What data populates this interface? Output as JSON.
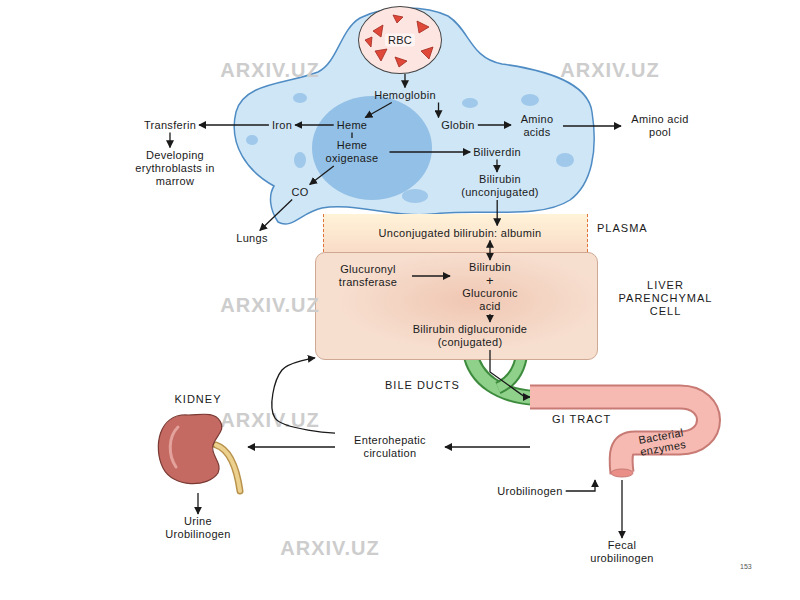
{
  "diagram": {
    "nodes": [
      {
        "text": [
          "RBC"
        ]
      },
      {
        "text": [
          "Hemoglobin"
        ]
      },
      {
        "text": [
          "Heme"
        ]
      },
      {
        "text": [
          "Heme oxigenase"
        ]
      },
      {
        "text": [
          "Globin"
        ]
      },
      {
        "text": [
          "Iron"
        ]
      },
      {
        "text": [
          "Transferin"
        ]
      },
      {
        "text": [
          "Developing erythroblasts in marrow"
        ]
      },
      {
        "text": [
          "Amino acids"
        ]
      },
      {
        "text": [
          "Amino acid pool"
        ]
      },
      {
        "text": [
          "Biliverdin"
        ]
      },
      {
        "text": [
          "Bilirubin (unconjugated)"
        ]
      },
      {
        "text": [
          "CO"
        ]
      },
      {
        "text": [
          "Lungs"
        ]
      },
      {
        "text": [
          "PLASMA"
        ]
      },
      {
        "text": [
          "Unconjugated bilirubin: albumin"
        ],
        "in": 14
      },
      {
        "text": [
          "LIVER PARENCHYMAL CELL"
        ]
      },
      {
        "text": [
          "Glucuronyl transferase"
        ],
        "in": 16
      },
      {
        "text": [
          "Bilirubin",
          "+",
          "Glucuronic acid"
        ],
        "in": 16
      },
      {
        "text": [
          "Bilirubin diglucuronide (conjugated)"
        ],
        "in": 16
      },
      {
        "text": [
          "GI TRACT",
          "Bacterial enzymes"
        ]
      },
      {
        "text": [
          "Enterohepatic circulation"
        ]
      },
      {
        "text": [
          "KIDNEY"
        ]
      },
      {
        "text": [
          "Urine Urobilinogen"
        ]
      },
      {
        "text": [
          "Urobilinogen"
        ]
      },
      {
        "text": [
          "Fecal urobilinogen"
        ]
      }
    ],
    "edges": [
      {
        "from": 0,
        "to": 1,
        "arrow": "to"
      },
      {
        "from": 1,
        "to": 2,
        "arrow": "to"
      },
      {
        "from": 1,
        "to": 4,
        "arrow": "to"
      },
      {
        "from": 2,
        "to": 5,
        "arrow": "to"
      },
      {
        "from": 5,
        "to": 6,
        "arrow": "to"
      },
      {
        "from": 6,
        "to": 7,
        "arrow": "to"
      },
      {
        "from": 4,
        "to": 8,
        "arrow": "to"
      },
      {
        "from": 8,
        "to": 9,
        "arrow": "to"
      },
      {
        "from": 2,
        "to": 3,
        "arrow": "none"
      },
      {
        "from": 3,
        "to": 10,
        "arrow": "to"
      },
      {
        "from": 3,
        "to": 12,
        "arrow": "to"
      },
      {
        "from": 12,
        "to": 13,
        "arrow": "to"
      },
      {
        "from": 10,
        "to": 11,
        "arrow": "to"
      },
      {
        "from": 11,
        "to": 15,
        "arrow": "to"
      },
      {
        "from": 15,
        "to": 18,
        "arrow": "both"
      },
      {
        "from": 17,
        "to": 18,
        "arrow": "to"
      },
      {
        "from": 18,
        "to": 19,
        "arrow": "to"
      },
      {
        "from": 19,
        "to": 20,
        "arrow": "to"
      },
      {
        "from": 20,
        "to": 21,
        "arrow": "to"
      },
      {
        "from": 21,
        "to": 22,
        "arrow": "to"
      },
      {
        "from": 21,
        "to": 16,
        "arrow": "to"
      },
      {
        "from": 22,
        "to": 23,
        "arrow": "to"
      },
      {
        "from": 24,
        "to": 20,
        "arrow": "to"
      },
      {
        "from": 20,
        "to": 25,
        "arrow": "to"
      }
    ],
    "labels": [
      "BILE DUCTS",
      "153",
      "ARXIV.UZ",
      "ARXIV.UZ",
      "ARXIV.UZ",
      "ARXIV.UZ",
      "ARXIV.UZ"
    ]
  }
}
